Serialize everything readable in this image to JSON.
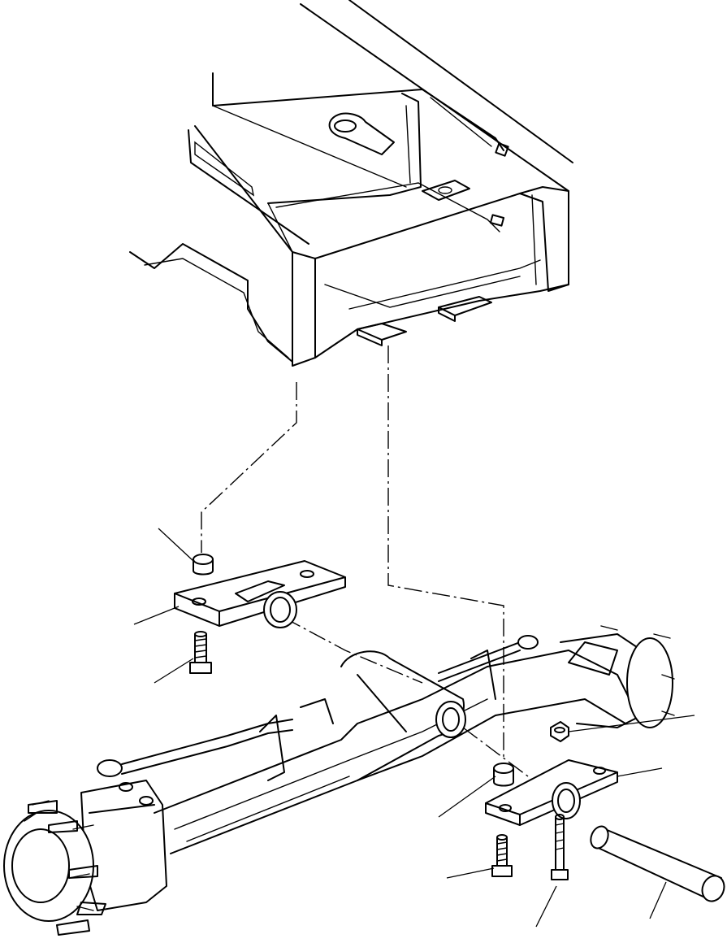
{
  "figure": {
    "description_visible_text": "",
    "parts": [
      {
        "id": "frame",
        "icon": "chassis-frame"
      },
      {
        "id": "front-bracket",
        "icon": "axle-mount-bracket"
      },
      {
        "id": "front-bushing",
        "icon": "bushing"
      },
      {
        "id": "front-bolt",
        "icon": "bolt"
      },
      {
        "id": "axle",
        "icon": "front-axle"
      },
      {
        "id": "rear-bracket",
        "icon": "axle-mount-bracket"
      },
      {
        "id": "rear-bushing",
        "icon": "bushing"
      },
      {
        "id": "rear-bolt",
        "icon": "bolt"
      },
      {
        "id": "nut",
        "icon": "nut"
      },
      {
        "id": "long-bolt",
        "icon": "bolt"
      },
      {
        "id": "pivot-pin",
        "icon": "pin"
      }
    ],
    "callout_count": 9
  }
}
